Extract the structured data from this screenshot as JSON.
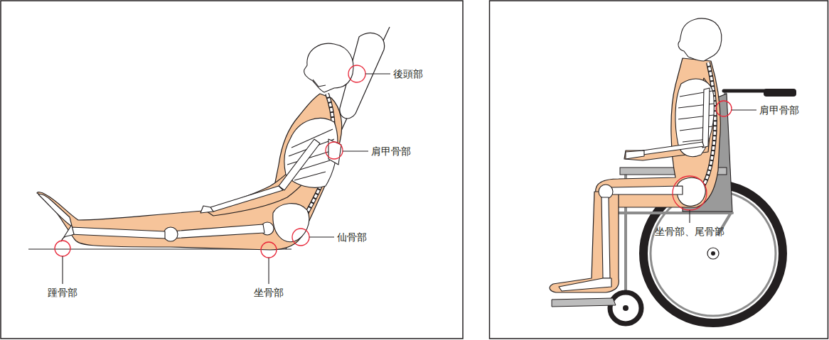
{
  "diagram": {
    "labels": [
      "後頭部",
      "肩甲骨部",
      "仙骨部",
      "踵骨部",
      "坐骨部",
      "肩甲骨部",
      "坐骨部、尾骨部"
    ]
  }
}
